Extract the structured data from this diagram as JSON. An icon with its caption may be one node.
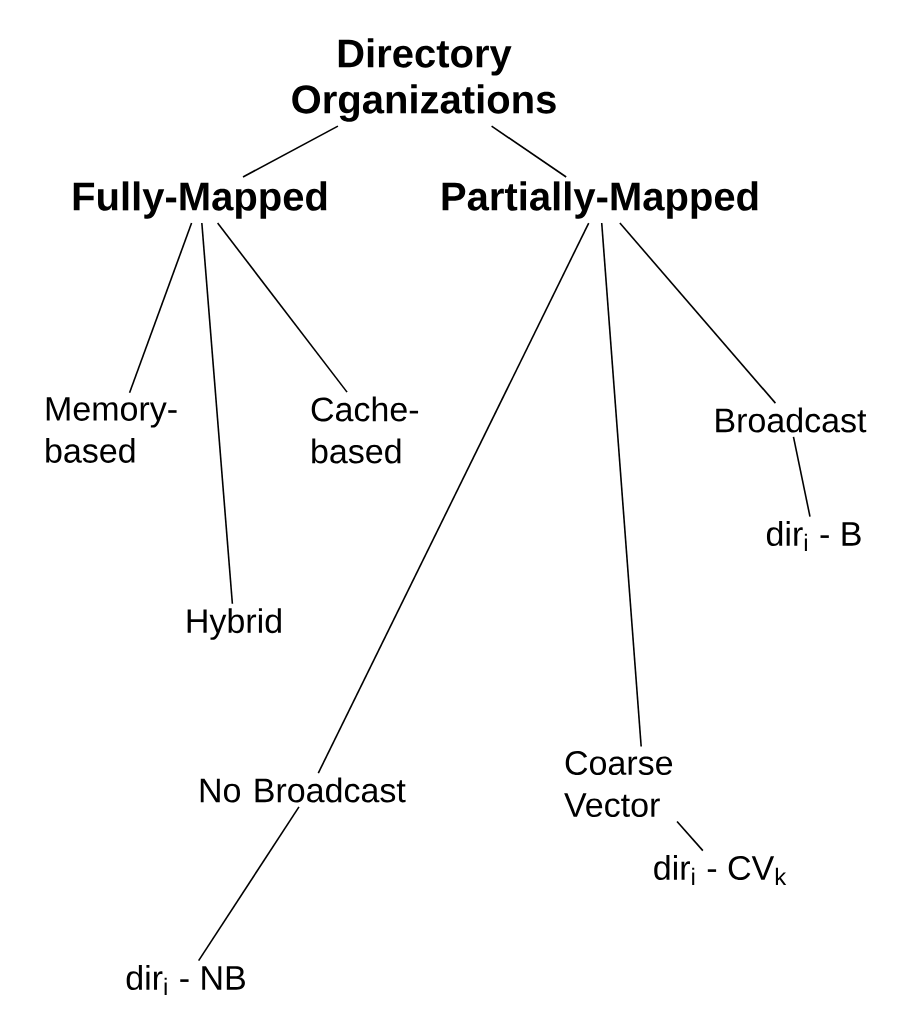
{
  "diagram": {
    "nodes": [
      {
        "text": [
          "Directory Organizations"
        ]
      },
      {
        "text": [
          "Fully-Mapped"
        ]
      },
      {
        "text": [
          "Partially-Mapped"
        ]
      },
      {
        "text": [
          "Memory-based"
        ]
      },
      {
        "text": [
          "Cache-based"
        ]
      },
      {
        "text": [
          "Broadcast"
        ]
      },
      {
        "text": [
          "dir$_{i}$ - B"
        ]
      },
      {
        "text": [
          "Hybrid"
        ]
      },
      {
        "text": [
          "Coarse Vector"
        ]
      },
      {
        "text": [
          "No Broadcast"
        ]
      },
      {
        "text": [
          "dir$_{i}$ - CV$_{k}$"
        ]
      },
      {
        "text": [
          "dir$_{i}$ - NB"
        ]
      }
    ],
    "edges": [
      {
        "from": 0,
        "to": 1,
        "arrow": "none"
      },
      {
        "from": 0,
        "to": 2,
        "arrow": "none"
      },
      {
        "from": 1,
        "to": 3,
        "arrow": "none"
      },
      {
        "from": 1,
        "to": 7,
        "arrow": "none"
      },
      {
        "from": 1,
        "to": 4,
        "arrow": "none"
      },
      {
        "from": 2,
        "to": 9,
        "arrow": "none"
      },
      {
        "from": 2,
        "to": 8,
        "arrow": "none"
      },
      {
        "from": 2,
        "to": 5,
        "arrow": "none"
      },
      {
        "from": 5,
        "to": 6,
        "arrow": "none"
      },
      {
        "from": 8,
        "to": 10,
        "arrow": "none"
      },
      {
        "from": 9,
        "to": 11,
        "arrow": "none"
      }
    ]
  }
}
